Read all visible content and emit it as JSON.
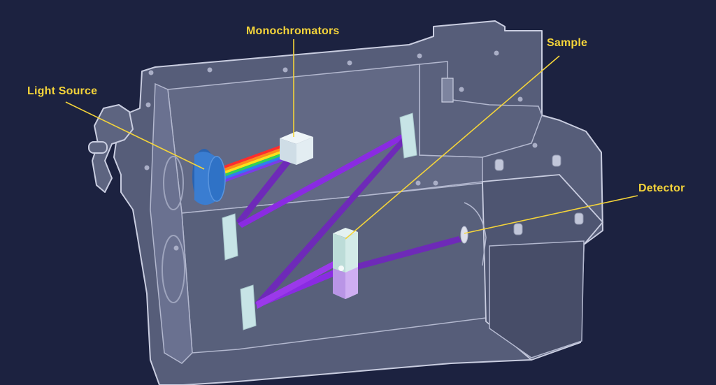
{
  "labels": {
    "light_source": "Light Source",
    "monochromators": "Monochromators",
    "sample": "Sample",
    "detector": "Detector"
  },
  "colors": {
    "background": "#1c2240",
    "housing_fill": "#5d6480",
    "housing_outline": "#c9cde0",
    "label_text": "#f4d43a",
    "leader_line": "#f4d43a",
    "beam": "#8a2be2",
    "lamp": "#2f6fbf",
    "prism": "#dfeaf1",
    "mirror": "#c7e4e6",
    "sample_cuvette": "#c9e7e4",
    "sample_liquid": "#c9a8ee"
  },
  "icons": {
    "lamp": "lamp-icon",
    "prism": "prism-icon",
    "mirror": "mirror-icon",
    "cuvette": "cuvette-icon",
    "detector": "detector-icon"
  }
}
